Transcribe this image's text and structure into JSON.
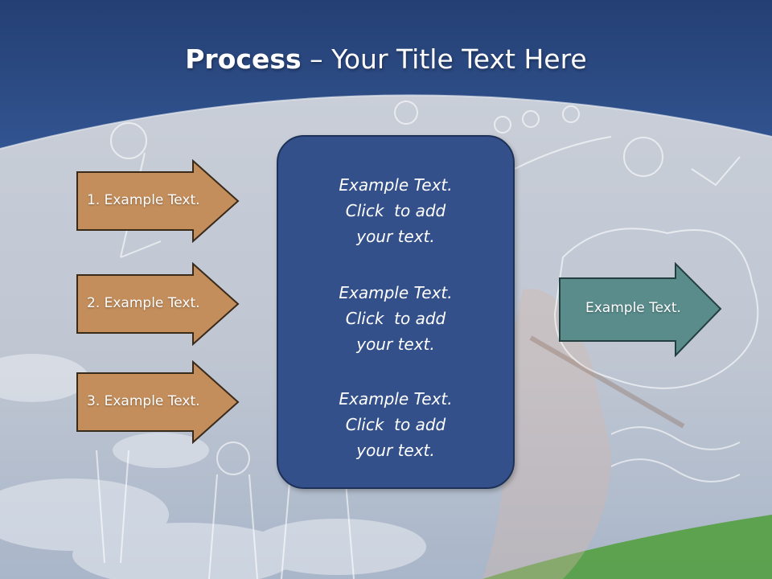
{
  "slide": {
    "title_bold": "Process",
    "title_rest": " – Your Title Text Here",
    "left_arrows": [
      {
        "label": "1. Example Text."
      },
      {
        "label": "2. Example Text."
      },
      {
        "label": "3. Example Text."
      }
    ],
    "center_box": {
      "paragraphs": [
        {
          "lines": [
            "Example Text.",
            "Click  to add",
            "your text."
          ]
        },
        {
          "lines": [
            "Example Text.",
            "Click  to add",
            "your text."
          ]
        },
        {
          "lines": [
            "Example Text.",
            "Click  to add",
            "your text."
          ]
        }
      ]
    },
    "right_arrow": {
      "label": "Example Text."
    }
  },
  "colors": {
    "sky_top": "#2b4c86",
    "sky_mid": "#4670b2",
    "panel": "#c3c9d3",
    "left_arrow_fill": "#c48e5c",
    "left_arrow_stroke": "#3a2a1a",
    "center_box_fill": "#34508a",
    "right_arrow_fill": "#5a8c8c",
    "right_arrow_stroke": "#233f3f",
    "grass": "#4f9d3a"
  }
}
